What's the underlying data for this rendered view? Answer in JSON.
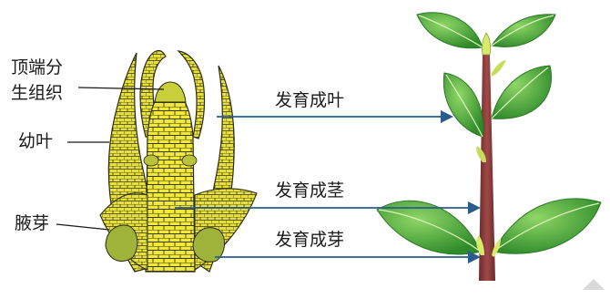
{
  "labels": {
    "apical_meristem_line1": "顶端分",
    "apical_meristem_line2": "生组织",
    "young_leaf": "幼叶",
    "axillary_bud": "腋芽",
    "to_leaf": "发育成叶",
    "to_stem": "发育成茎",
    "to_bud": "发育成芽"
  },
  "colors": {
    "arrow": "#2a5d8c",
    "leaf_green": "#3f9a32",
    "leaf_light": "#7cc95a",
    "stem_brown": "#8a3a3a",
    "bud_yellow": "#f2ea3c",
    "bud_cell_line": "#3a3a1c"
  }
}
